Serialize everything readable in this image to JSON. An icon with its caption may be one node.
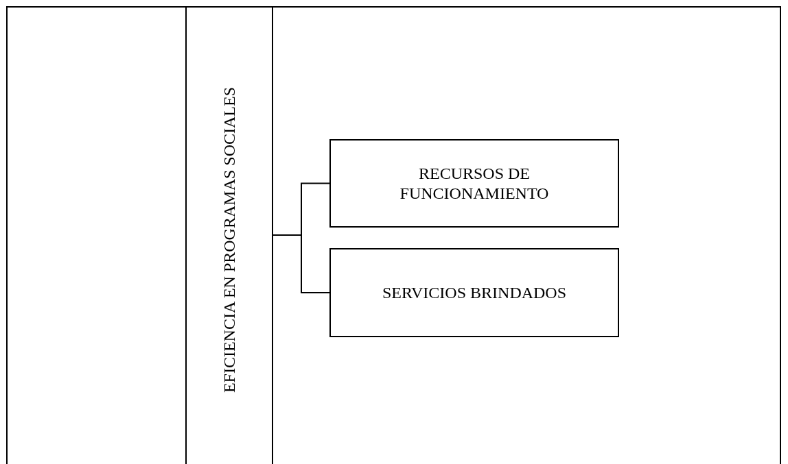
{
  "diagram": {
    "nodes": [
      {
        "text": [
          "EFICIENCIA EN PROGRAMAS SOCIALES"
        ]
      },
      {
        "text": [
          "RECURSOS DE FUNCIONAMIENTO"
        ]
      },
      {
        "text": [
          "SERVICIOS BRINDADOS"
        ]
      }
    ],
    "edges": [
      {
        "from": 0,
        "to": 1,
        "arrow": "none"
      },
      {
        "from": 0,
        "to": 2,
        "arrow": "none"
      }
    ]
  }
}
